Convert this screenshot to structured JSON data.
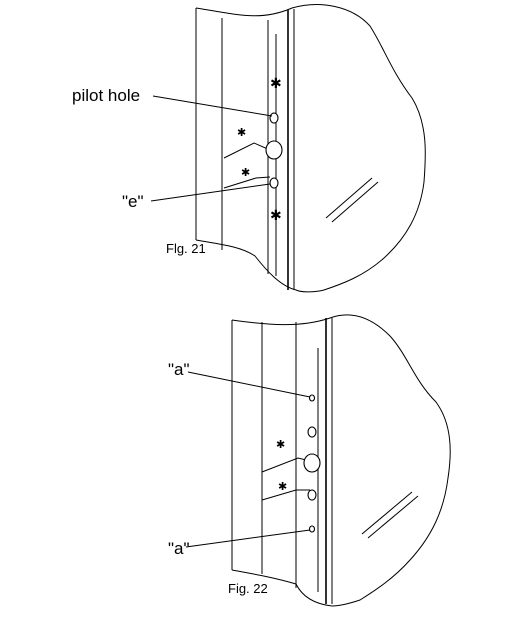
{
  "figures": [
    {
      "caption": "Flg. 21",
      "labels": {
        "pilot_hole": "pilot hole",
        "e": "\"e\""
      }
    },
    {
      "caption": "Fig. 22",
      "labels": {
        "a_top": "\"a\"",
        "a_bottom": "\"a\""
      }
    }
  ],
  "colors": {
    "ink": "#000000",
    "paper": "#ffffff"
  }
}
